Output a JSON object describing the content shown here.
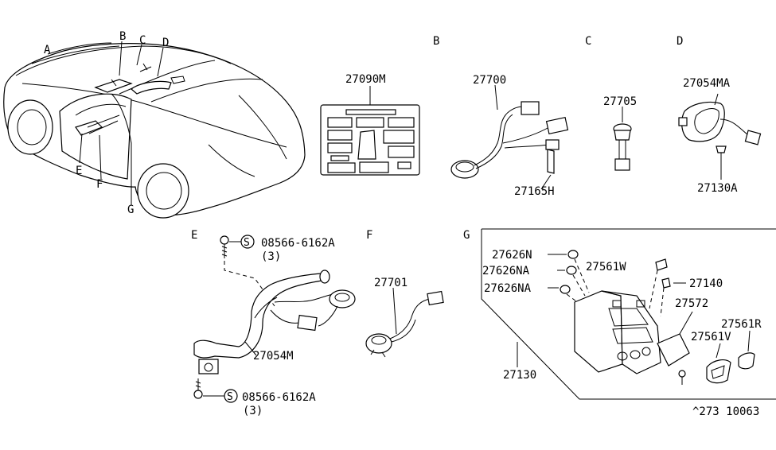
{
  "callouts": {
    "A": "A",
    "B": "B",
    "C": "C",
    "D": "D",
    "E": "E",
    "F": "F",
    "G": "G"
  },
  "sections": {
    "B": "B",
    "C": "C",
    "D": "D",
    "E": "E",
    "F": "F",
    "G": "G"
  },
  "parts": {
    "p27090M": "27090M",
    "p27700": "27700",
    "p27165H": "27165H",
    "p27705": "27705",
    "p27054MA": "27054MA",
    "p27130A": "27130A",
    "p08566_top": "08566-6162A",
    "p08566_top_qty": "(3)",
    "p27054M": "27054M",
    "p08566_bot": "08566-6162A",
    "p08566_bot_qty": "(3)",
    "p27701": "27701",
    "p27626N": "27626N",
    "p27626NA_1": "27626NA",
    "p27626NA_2": "27626NA",
    "p27561W": "27561W",
    "p27140": "27140",
    "p27572": "27572",
    "p27561R": "27561R",
    "p27561V": "27561V",
    "p27130": "27130"
  },
  "symbols": {
    "s_top": "S",
    "s_bot": "S"
  },
  "diagram_code": "^273 10063"
}
